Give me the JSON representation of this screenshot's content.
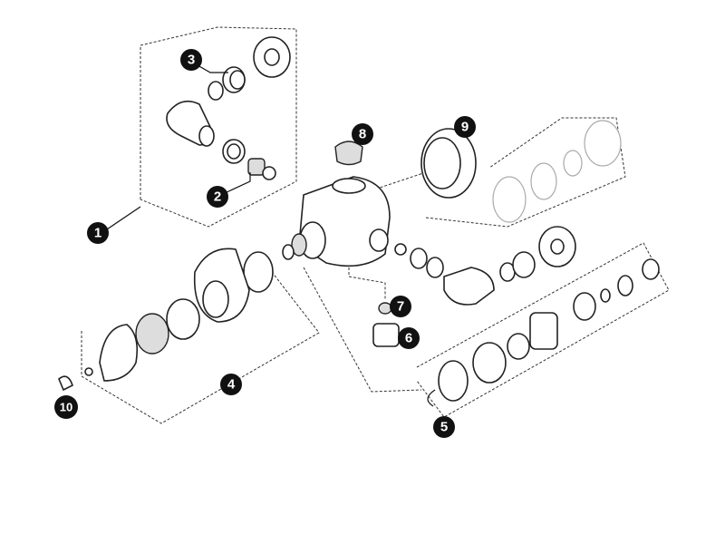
{
  "diagram": {
    "type": "exploded-parts-view",
    "callouts": [
      "1",
      "2",
      "3",
      "4",
      "5",
      "6",
      "7",
      "8",
      "9",
      "10"
    ]
  },
  "colors": {
    "badge": "#111111",
    "line": "#222222",
    "ghost": "#aaaaaa"
  }
}
